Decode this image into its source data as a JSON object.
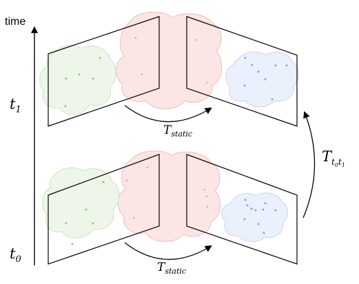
{
  "axis": {
    "label": "time"
  },
  "levels": [
    {
      "time_base": "t",
      "time_sub": "1",
      "transform_base": "T",
      "transform_sub": "static"
    },
    {
      "time_base": "t",
      "time_sub": "0",
      "transform_base": "T",
      "transform_sub": "static"
    }
  ],
  "temporal_transform": {
    "base": "T",
    "sub1": "t",
    "sub2": "0",
    "sub3": "t",
    "sub4": "1"
  },
  "colors": {
    "line": "#000000",
    "green_fill": "#eaf5e4",
    "green_stroke": "#cfe3c4",
    "green_point": "#8fce6e",
    "red_fill": "#fbe0e0",
    "red_stroke": "#f2b9b9",
    "red_point": "#f0a8a8",
    "blue_fill": "#e8eefb",
    "blue_stroke": "#c7d3f0",
    "blue_point": "#8ea0cf"
  }
}
